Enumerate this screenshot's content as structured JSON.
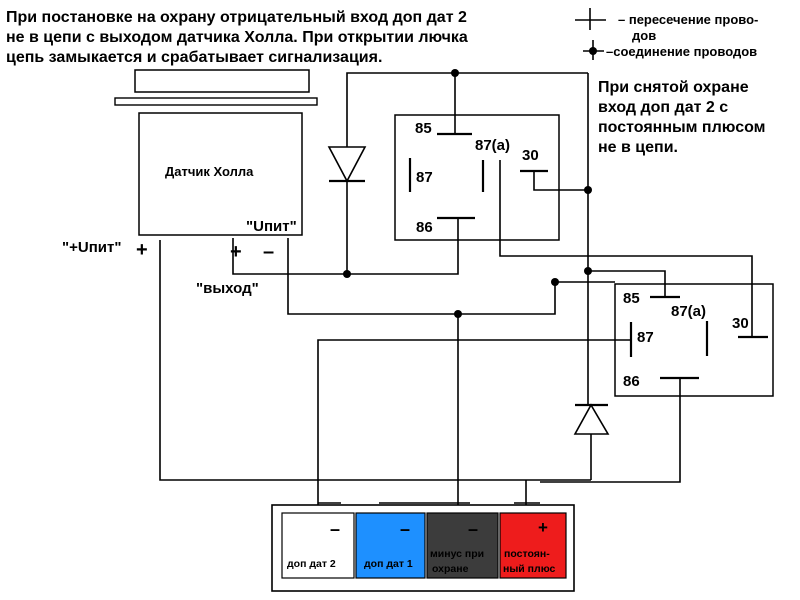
{
  "notes": {
    "arm_line1": "При постановке на охрану отрицательный вход доп дат 2",
    "arm_line2": "не в цепи с выходом датчика Холла. При открытии лючка",
    "arm_line3": "цепь замыкается и срабатывает сигнализация.",
    "disarm_line1": "При снятой охране",
    "disarm_line2": "вход доп дат 2 с",
    "disarm_line3": "постоянным плюсом",
    "disarm_line4": "не в цепи."
  },
  "legend": {
    "crossing_line1": "– пересечение прово-",
    "crossing_line2": "дов",
    "junction": "–соединение проводов"
  },
  "sensor": {
    "name": "Датчик Холла",
    "supply": "\"Uпит\"",
    "supply_plus": "\"+Uпит\"",
    "plus": "+",
    "minus": "–",
    "output": "\"выход\""
  },
  "relay1": {
    "p85": "85",
    "p87a": "87(a)",
    "p30": "30",
    "p87": "87",
    "p86": "86"
  },
  "relay2": {
    "p85": "85",
    "p87a": "87(a)",
    "p30": "30",
    "p87": "87",
    "p86": "86"
  },
  "terminals": [
    {
      "sign": "–",
      "label": "доп дат 2",
      "bg": "#ffffff",
      "fg": "#000000",
      "sign_color": "#33cc33"
    },
    {
      "sign": "–",
      "label": "доп дат 1",
      "bg": "#1e90ff",
      "fg": "#ffffff",
      "sign_color": "#33cc33"
    },
    {
      "sign": "–",
      "label_line1": "минус при",
      "label_line2": "охране",
      "bg": "#3c3c3c",
      "fg": "#33dd33",
      "sign_color": "#33cc33"
    },
    {
      "sign": "+",
      "label_line1": "постоян-",
      "label_line2": "ный плюс",
      "bg": "#ee1c1c",
      "fg": "#33dd33",
      "sign_color": "#33cc33"
    }
  ],
  "colors": {
    "wire": "#000000",
    "label_green": "#33cc33"
  }
}
